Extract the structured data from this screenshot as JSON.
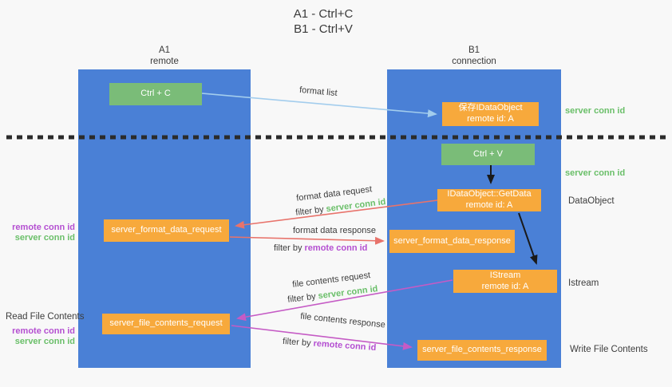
{
  "title": {
    "line1": "A1 - Ctrl+C",
    "line2": "B1 - Ctrl+V"
  },
  "lanes": {
    "left": {
      "name": "A1",
      "sub": "remote"
    },
    "right": {
      "name": "B1",
      "sub": "connection"
    }
  },
  "boxes": {
    "ctrl_c": "Ctrl + C",
    "ctrl_v": "Ctrl + V",
    "save_dataobject": {
      "line1": "保存IDataObject",
      "line2": "remote id: A"
    },
    "getdata": {
      "line1": "IDataObject::GetData",
      "line2": "remote id: A"
    },
    "istream": {
      "line1": "IStream",
      "line2": "remote id: A"
    },
    "format_request": "server_format_data_request",
    "format_response": "server_format_data_response",
    "file_request": "server_file_contents_request",
    "file_response": "server_file_contents_response"
  },
  "flow_labels": {
    "format_list": "format list",
    "format_data_request": "format data request",
    "format_data_response": "format data response",
    "file_contents_request": "file contents request",
    "file_contents_response": "file contents response",
    "filter_by": "filter by",
    "server_conn_id": "server conn id",
    "remote_conn_id": "remote conn id"
  },
  "side_labels": {
    "read_file_contents": "Read File Contents",
    "write_file_contents": "Write File Contents",
    "dataobject": "DataObject",
    "istream": "Istream",
    "server_conn_id": "server conn id",
    "remote_conn_id": "remote conn id"
  },
  "colors": {
    "background": "#f8f8f8",
    "lane_blue": "#4a80d6",
    "box_green": "#7abc78",
    "box_orange": "#f7a93c",
    "green_text": "#6abf69",
    "purple_text": "#b44fd1",
    "arrow_blue": "#a3cded",
    "arrow_salmon": "#e8736b",
    "arrow_magenta": "#c55bc5",
    "arrow_black": "#1a1a1a",
    "dotted_line": "#2b2b2b"
  }
}
